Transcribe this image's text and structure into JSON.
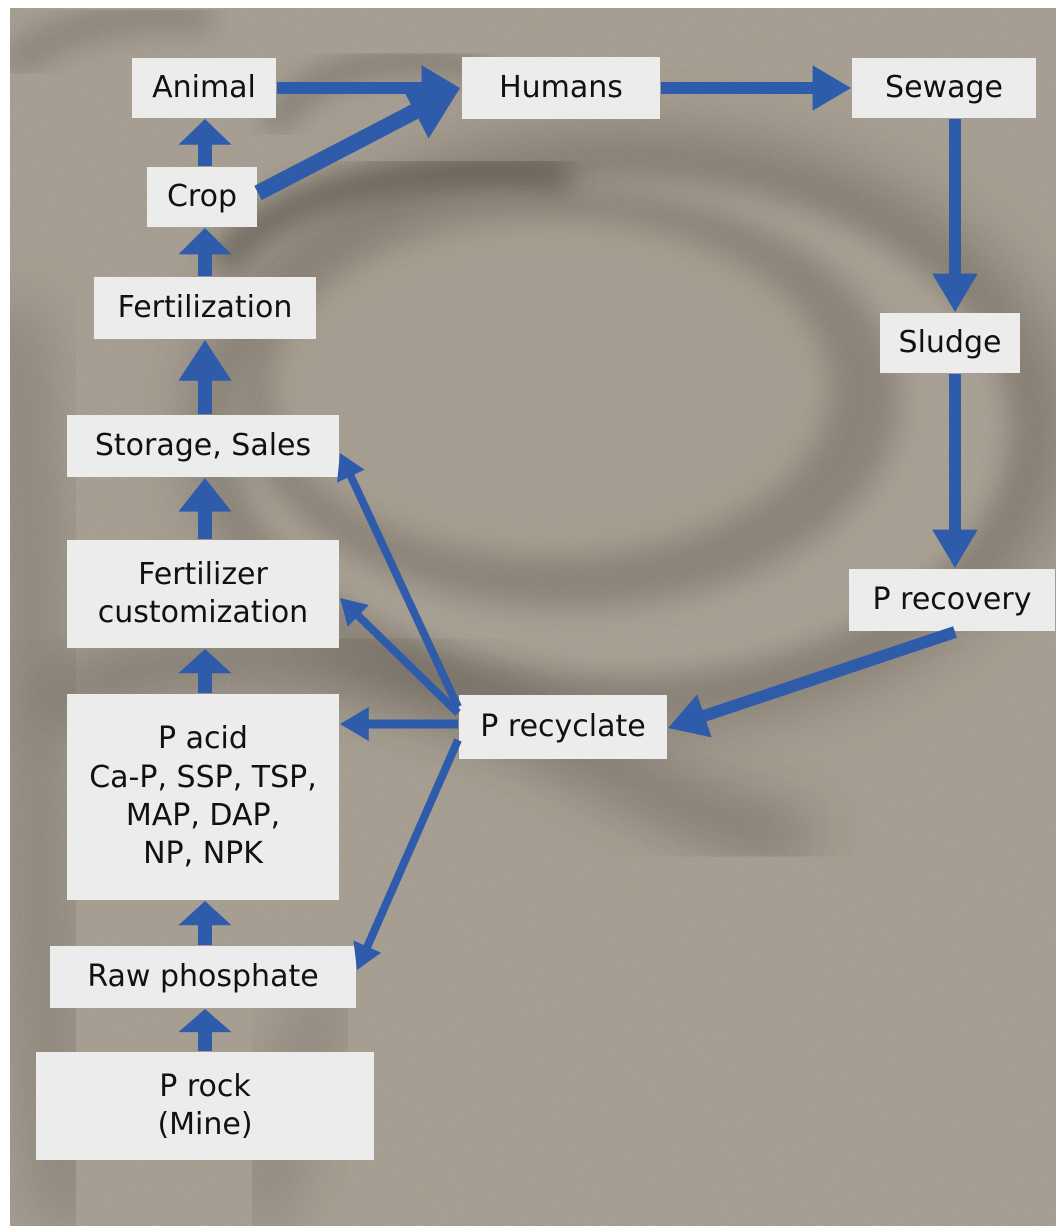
{
  "diagram": {
    "colors": {
      "arrow": "#2f5caa",
      "box": "#ececec",
      "text": "#111111",
      "sand": "#9c9386"
    },
    "nodes": {
      "animal": [
        "Animal"
      ],
      "humans": [
        "Humans"
      ],
      "sewage": [
        "Sewage"
      ],
      "crop": [
        "Crop"
      ],
      "fertilization": [
        "Fertilization"
      ],
      "sludge": [
        "Sludge"
      ],
      "storage_sales": [
        "Storage, Sales"
      ],
      "fertilizer_customization": [
        "Fertilizer",
        "customization"
      ],
      "p_recovery": [
        "P recovery"
      ],
      "p_acid": [
        "P acid",
        "Ca-P, SSP, TSP,",
        "MAP, DAP,",
        "NP, NPK"
      ],
      "p_recyclate": [
        "P recyclate"
      ],
      "raw_phosphate": [
        "Raw phosphate"
      ],
      "p_rock": [
        "P rock",
        "(Mine)"
      ]
    },
    "edges": [
      {
        "from": "p_rock",
        "to": "raw_phosphate"
      },
      {
        "from": "raw_phosphate",
        "to": "p_acid"
      },
      {
        "from": "p_acid",
        "to": "fertilizer_customization"
      },
      {
        "from": "fertilizer_customization",
        "to": "storage_sales"
      },
      {
        "from": "storage_sales",
        "to": "fertilization"
      },
      {
        "from": "fertilization",
        "to": "crop"
      },
      {
        "from": "crop",
        "to": "animal"
      },
      {
        "from": "crop",
        "to": "humans"
      },
      {
        "from": "animal",
        "to": "humans"
      },
      {
        "from": "humans",
        "to": "sewage"
      },
      {
        "from": "sewage",
        "to": "sludge"
      },
      {
        "from": "sludge",
        "to": "p_recovery"
      },
      {
        "from": "p_recovery",
        "to": "p_recyclate"
      },
      {
        "from": "p_recyclate",
        "to": "p_acid"
      },
      {
        "from": "p_recyclate",
        "to": "fertilizer_customization"
      },
      {
        "from": "p_recyclate",
        "to": "storage_sales"
      },
      {
        "from": "p_recyclate",
        "to": "raw_phosphate"
      }
    ]
  }
}
